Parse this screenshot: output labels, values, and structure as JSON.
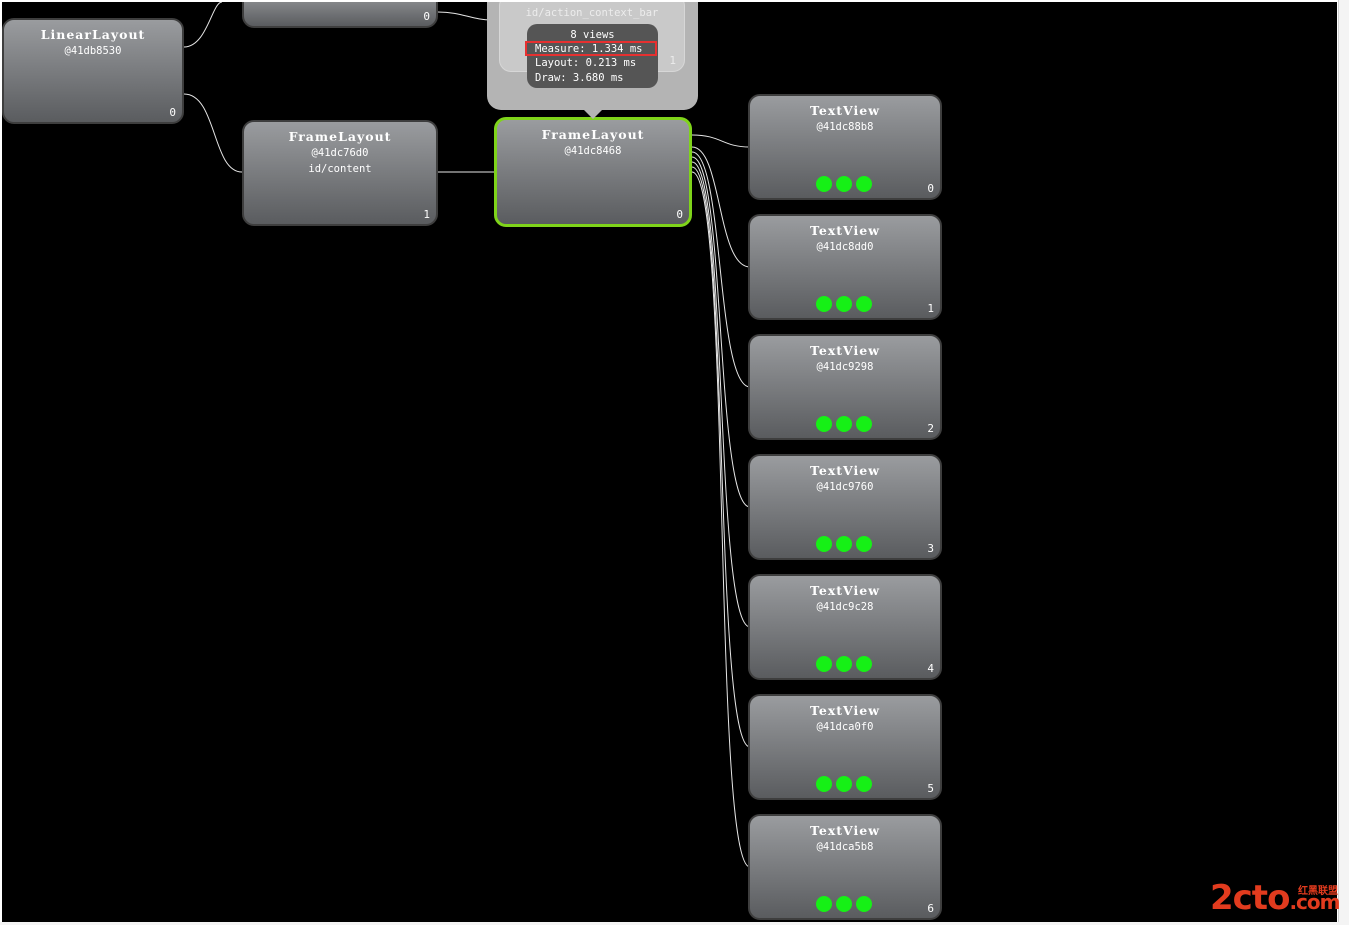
{
  "nodes": {
    "linear_layout": {
      "name": "LinearLayout",
      "hash": "@41db8530",
      "index": "0"
    },
    "top_partial": {
      "index": "0"
    },
    "frame_content": {
      "name": "FrameLayout",
      "hash": "@41dc76d0",
      "id": "id/content",
      "index": "1"
    },
    "frame_selected": {
      "name": "FrameLayout",
      "hash": "@41dc8468",
      "index": "0"
    },
    "text_views": [
      {
        "name": "TextView",
        "hash": "@41dc88b8",
        "index": "0"
      },
      {
        "name": "TextView",
        "hash": "@41dc8dd0",
        "index": "1"
      },
      {
        "name": "TextView",
        "hash": "@41dc9298",
        "index": "2"
      },
      {
        "name": "TextView",
        "hash": "@41dc9760",
        "index": "3"
      },
      {
        "name": "TextView",
        "hash": "@41dc9c28",
        "index": "4"
      },
      {
        "name": "TextView",
        "hash": "@41dca0f0",
        "index": "5"
      },
      {
        "name": "TextView",
        "hash": "@41dca5b8",
        "index": "6"
      }
    ]
  },
  "tooltip": {
    "behind_id": "id/action_context_bar",
    "behind_index": "1",
    "views": "8 views",
    "measure": "Measure: 1.334 ms",
    "layout": "Layout: 0.213 ms",
    "draw": "Draw: 3.680 ms"
  },
  "colors": {
    "background": "#000000",
    "selection_border": "#7fd41a",
    "indicator_dot": "#16f016",
    "highlight_box": "#e63030"
  },
  "watermark": {
    "main": "2cto",
    "suffix": ".com",
    "cn": "红黑联盟"
  }
}
